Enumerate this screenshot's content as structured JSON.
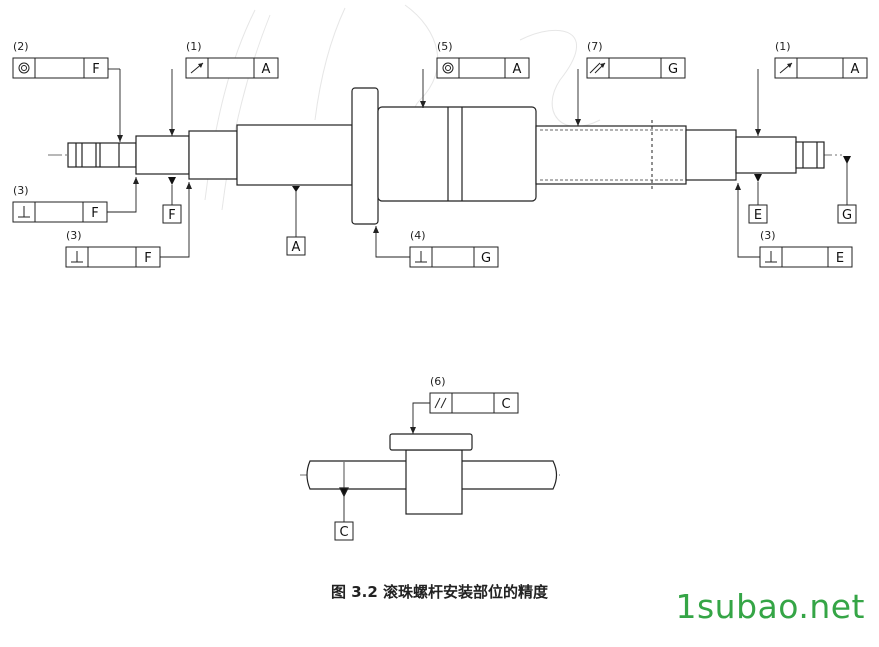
{
  "figure": {
    "caption": "图 3.2  滚珠螺杆安装部位的精度",
    "watermark": "1subao.net"
  },
  "callouts": [
    {
      "id": "c1",
      "number": "(2)",
      "symbol": "concentricity-icon",
      "datum": "F"
    },
    {
      "id": "c2",
      "number": "(1)",
      "symbol": "runout-icon",
      "datum": "A"
    },
    {
      "id": "c3",
      "number": "(5)",
      "symbol": "concentricity-icon",
      "datum": "A"
    },
    {
      "id": "c4",
      "number": "(7)",
      "symbol": "total-runout-icon",
      "datum": "G"
    },
    {
      "id": "c5",
      "number": "(1)",
      "symbol": "runout-icon",
      "datum": "A"
    },
    {
      "id": "c6",
      "number": "(3)",
      "symbol": "perpendicularity-icon",
      "datum": "F"
    },
    {
      "id": "c7",
      "number": "(3)",
      "symbol": "perpendicularity-icon",
      "datum": "F"
    },
    {
      "id": "c8",
      "number": "(4)",
      "symbol": "perpendicularity-icon",
      "datum": "G"
    },
    {
      "id": "c9",
      "number": "(3)",
      "symbol": "perpendicularity-icon",
      "datum": "E"
    },
    {
      "id": "c10",
      "number": "(6)",
      "symbol": "parallelism-icon",
      "datum": "C"
    }
  ],
  "datums": [
    {
      "id": "dF",
      "label": "F"
    },
    {
      "id": "dA",
      "label": "A"
    },
    {
      "id": "dE",
      "label": "E"
    },
    {
      "id": "dG",
      "label": "G"
    },
    {
      "id": "dC",
      "label": "C"
    }
  ]
}
